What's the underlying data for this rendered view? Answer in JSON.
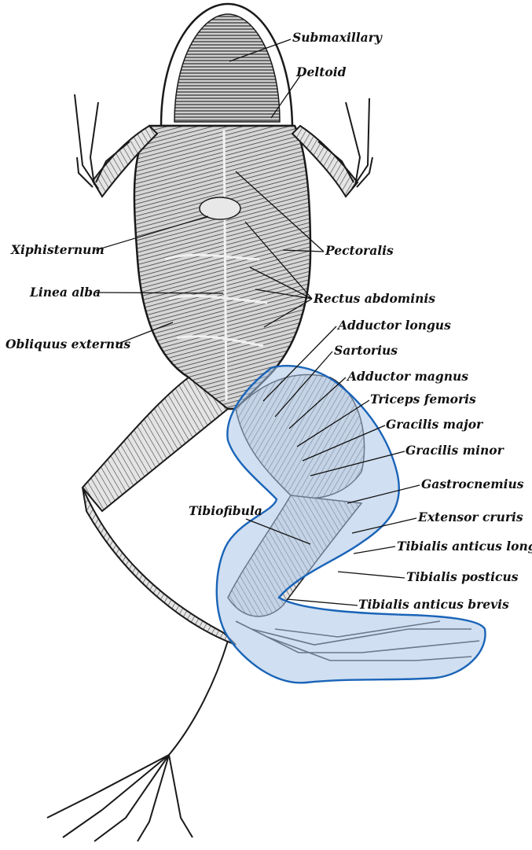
{
  "labels": {
    "submaxillary": "Submaxillary",
    "deltoid": "Deltoid",
    "xiphisternum": "Xiphisternum",
    "pectoralis": "Pectoralis",
    "linea_alba": "Linea alba",
    "rectus_abdominis": "Rectus abdominis",
    "obliquus_externus": "Obliquus externus",
    "adductor_longus": "Adductor longus",
    "sartorius": "Sartorius",
    "adductor_magnus": "Adductor magnus",
    "triceps_femoris": "Triceps femoris",
    "gracilis_major": "Gracilis major",
    "gracilis_minor": "Gracilis minor",
    "gastrocnemius": "Gastrocnemius",
    "tibiofibula": "Tibiofibula",
    "extensor_cruris": "Extensor cruris",
    "tibialis_anticus_longus": "Tibialis anticus longus",
    "tibialis_posticus": "Tibialis posticus",
    "tibialis_anticus_brevis": "Tibialis anticus brevis"
  },
  "colors": {
    "highlight_fill": "#a9c4e6",
    "highlight_stroke": "#1a64b8",
    "ink": "#1a1a1a",
    "muscle_shade": "#6b6b6b"
  }
}
